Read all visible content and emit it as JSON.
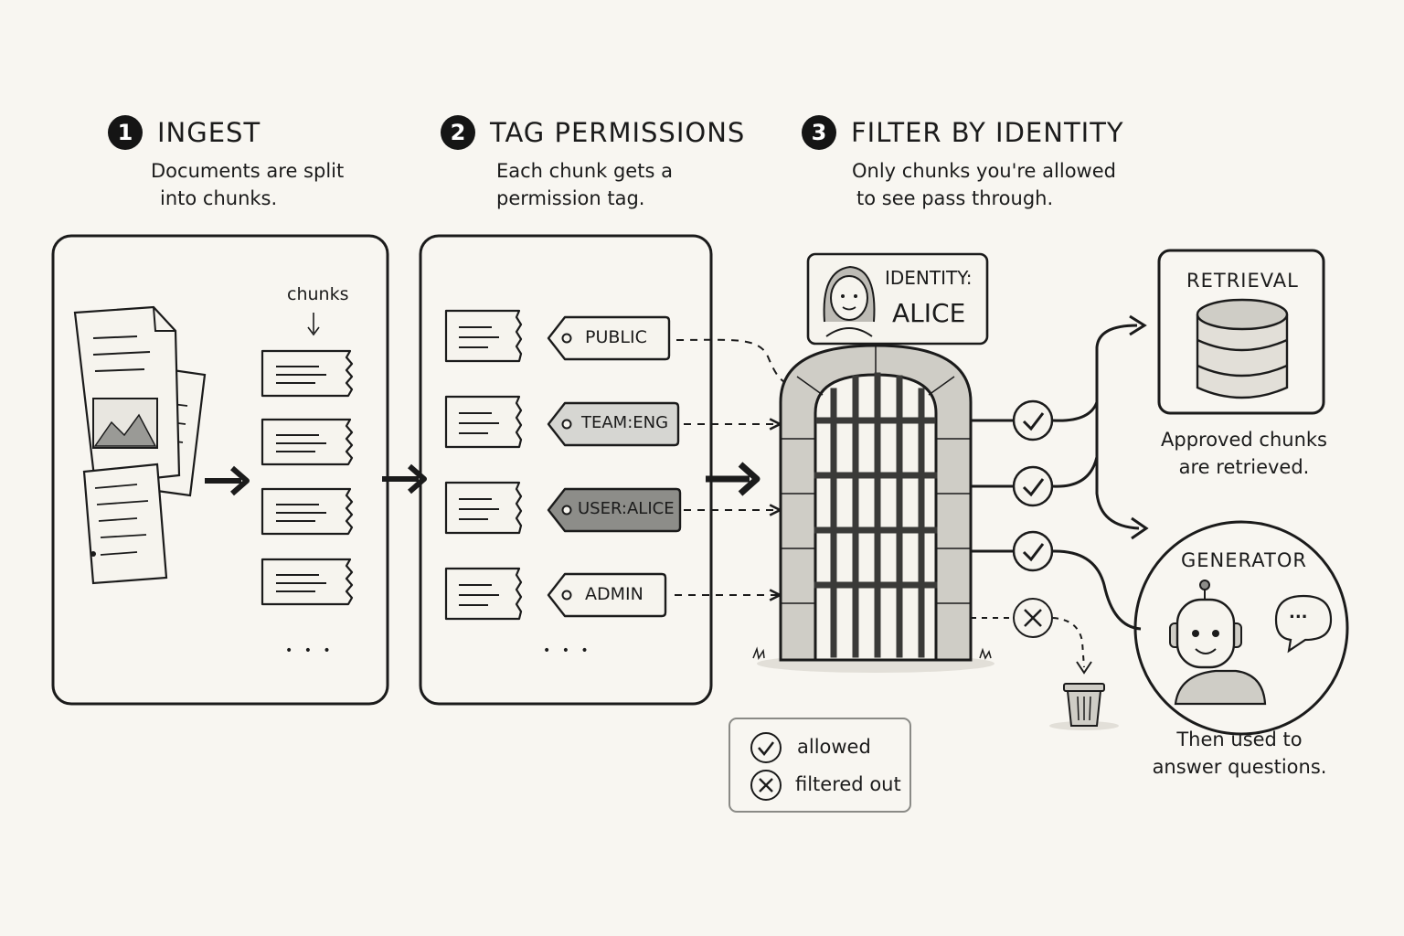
{
  "steps": [
    {
      "number": "1",
      "title": "INGEST",
      "desc_lines": [
        "Documents are split",
        "into chunks."
      ]
    },
    {
      "number": "2",
      "title": "TAG PERMISSIONS",
      "desc_lines": [
        "Each chunk gets a",
        "permission tag."
      ]
    },
    {
      "number": "3",
      "title": "FILTER BY IDENTITY",
      "desc_lines": [
        "Only chunks you're allowed",
        "to see pass through."
      ]
    }
  ],
  "ingest": {
    "chunks_label": "chunks",
    "ellipsis": "• • •"
  },
  "tags": [
    {
      "label": "PUBLIC",
      "fill": "#f6f4ee"
    },
    {
      "label": "TEAM:ENG",
      "fill": "#d6d6d2"
    },
    {
      "label": "USER:ALICE",
      "fill": "#8d8d89"
    },
    {
      "label": "ADMIN",
      "fill": "#f6f4ee"
    }
  ],
  "tags_ellipsis": "• • •",
  "identity": {
    "label": "IDENTITY:",
    "name": "ALICE"
  },
  "retrieval": {
    "title": "RETRIEVAL",
    "caption_lines": [
      "Approved chunks",
      "are retrieved."
    ]
  },
  "generator": {
    "title": "GENERATOR",
    "speech": "...",
    "caption_lines": [
      "Then used to",
      "answer questions."
    ]
  },
  "legend": {
    "allowed": "allowed",
    "filtered": "filtered out"
  },
  "colors": {
    "background": "#f8f6f1",
    "ink": "#1b1b1b",
    "stone": "#cfcdc6",
    "dark_tag": "#8d8d89"
  }
}
